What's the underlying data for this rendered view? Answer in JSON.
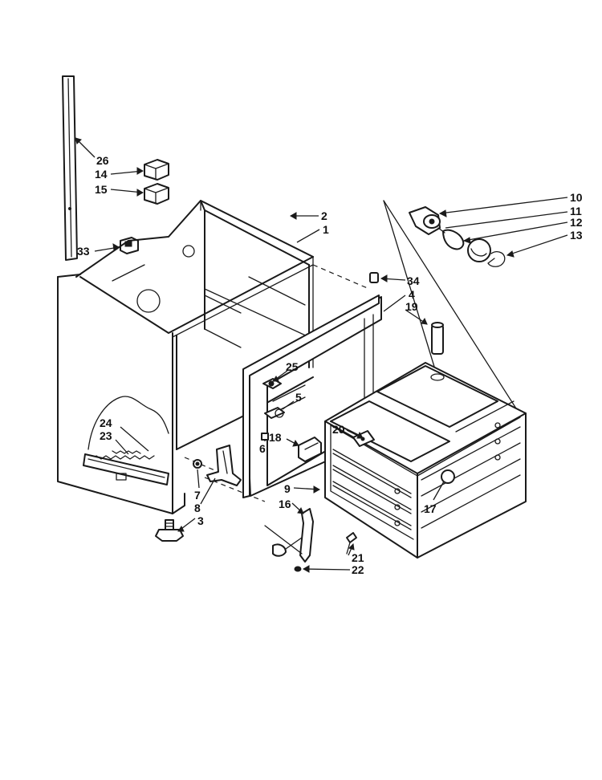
{
  "callouts": [
    {
      "id": "c26",
      "text": "26"
    },
    {
      "id": "c14",
      "text": "14"
    },
    {
      "id": "c15",
      "text": "15"
    },
    {
      "id": "c33",
      "text": "33"
    },
    {
      "id": "c2",
      "text": "2"
    },
    {
      "id": "c1",
      "text": "1"
    },
    {
      "id": "c10",
      "text": "10"
    },
    {
      "id": "c11",
      "text": "11"
    },
    {
      "id": "c12",
      "text": "12"
    },
    {
      "id": "c13",
      "text": "13"
    },
    {
      "id": "c34",
      "text": "34"
    },
    {
      "id": "c4",
      "text": "4"
    },
    {
      "id": "c19",
      "text": "19"
    },
    {
      "id": "c25",
      "text": "25"
    },
    {
      "id": "c5",
      "text": "5"
    },
    {
      "id": "c6",
      "text": "6"
    },
    {
      "id": "c18",
      "text": "18"
    },
    {
      "id": "c20",
      "text": "20"
    },
    {
      "id": "c24",
      "text": "24"
    },
    {
      "id": "c23",
      "text": "23"
    },
    {
      "id": "c7",
      "text": "7"
    },
    {
      "id": "c8",
      "text": "8"
    },
    {
      "id": "c3",
      "text": "3"
    },
    {
      "id": "c9",
      "text": "9"
    },
    {
      "id": "c16",
      "text": "16"
    },
    {
      "id": "c17",
      "text": "17"
    },
    {
      "id": "c21",
      "text": "21"
    },
    {
      "id": "c22",
      "text": "22"
    }
  ]
}
